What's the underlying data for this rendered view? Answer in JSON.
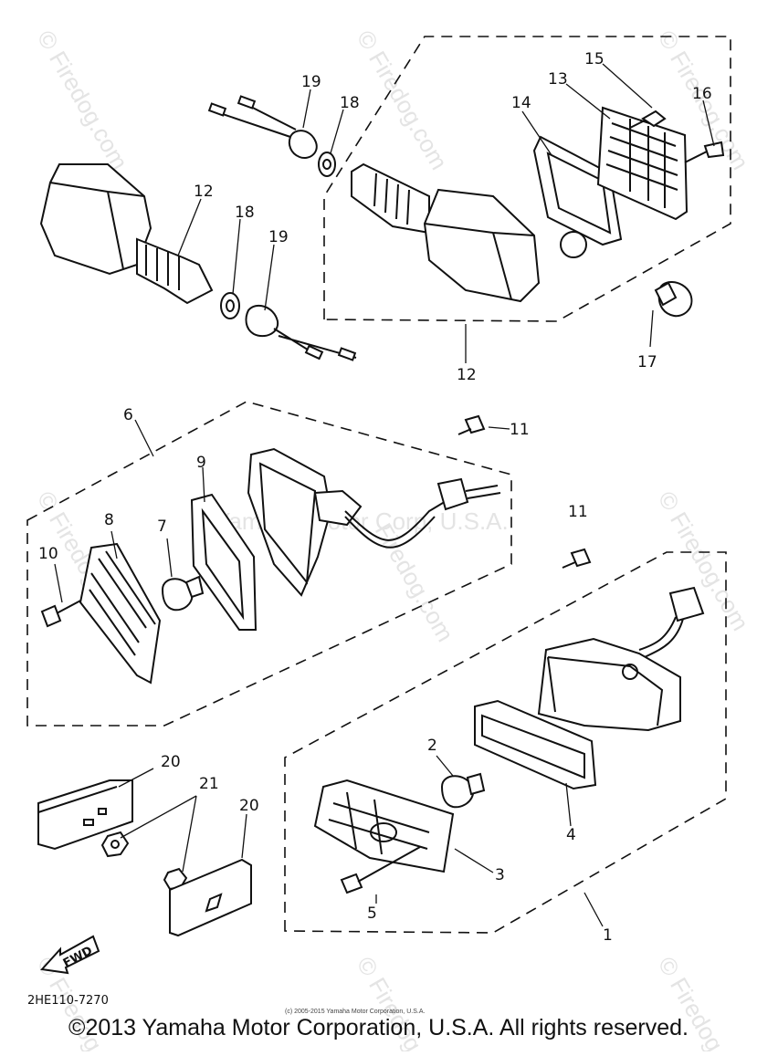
{
  "diagram": {
    "code": "2HE110-7270",
    "fwd_label": "FWD",
    "small_copyright": "(c) 2005-2015 Yamaha Motor Corporation, U.S.A.",
    "footer_copyright": "©2013 Yamaha Motor Corporation, U.S.A. All rights reserved.",
    "watermark": "© Firedog.com",
    "watermark_center_a": "Yamaha Motor Corp, U.S.A.",
    "watermark_center_b": "Firedog.com",
    "callouts": {
      "c1": "1",
      "c2": "2",
      "c3": "3",
      "c4": "4",
      "c5": "5",
      "c6": "6",
      "c7": "7",
      "c8": "8",
      "c9": "9",
      "c10": "10",
      "c11a": "11",
      "c11b": "11",
      "c12a": "12",
      "c12b": "12",
      "c13": "13",
      "c14": "14",
      "c15": "15",
      "c16": "16",
      "c17": "17",
      "c18a": "18",
      "c18b": "18",
      "c19a": "19",
      "c19b": "19",
      "c20a": "20",
      "c20b": "20",
      "c21": "21"
    }
  }
}
